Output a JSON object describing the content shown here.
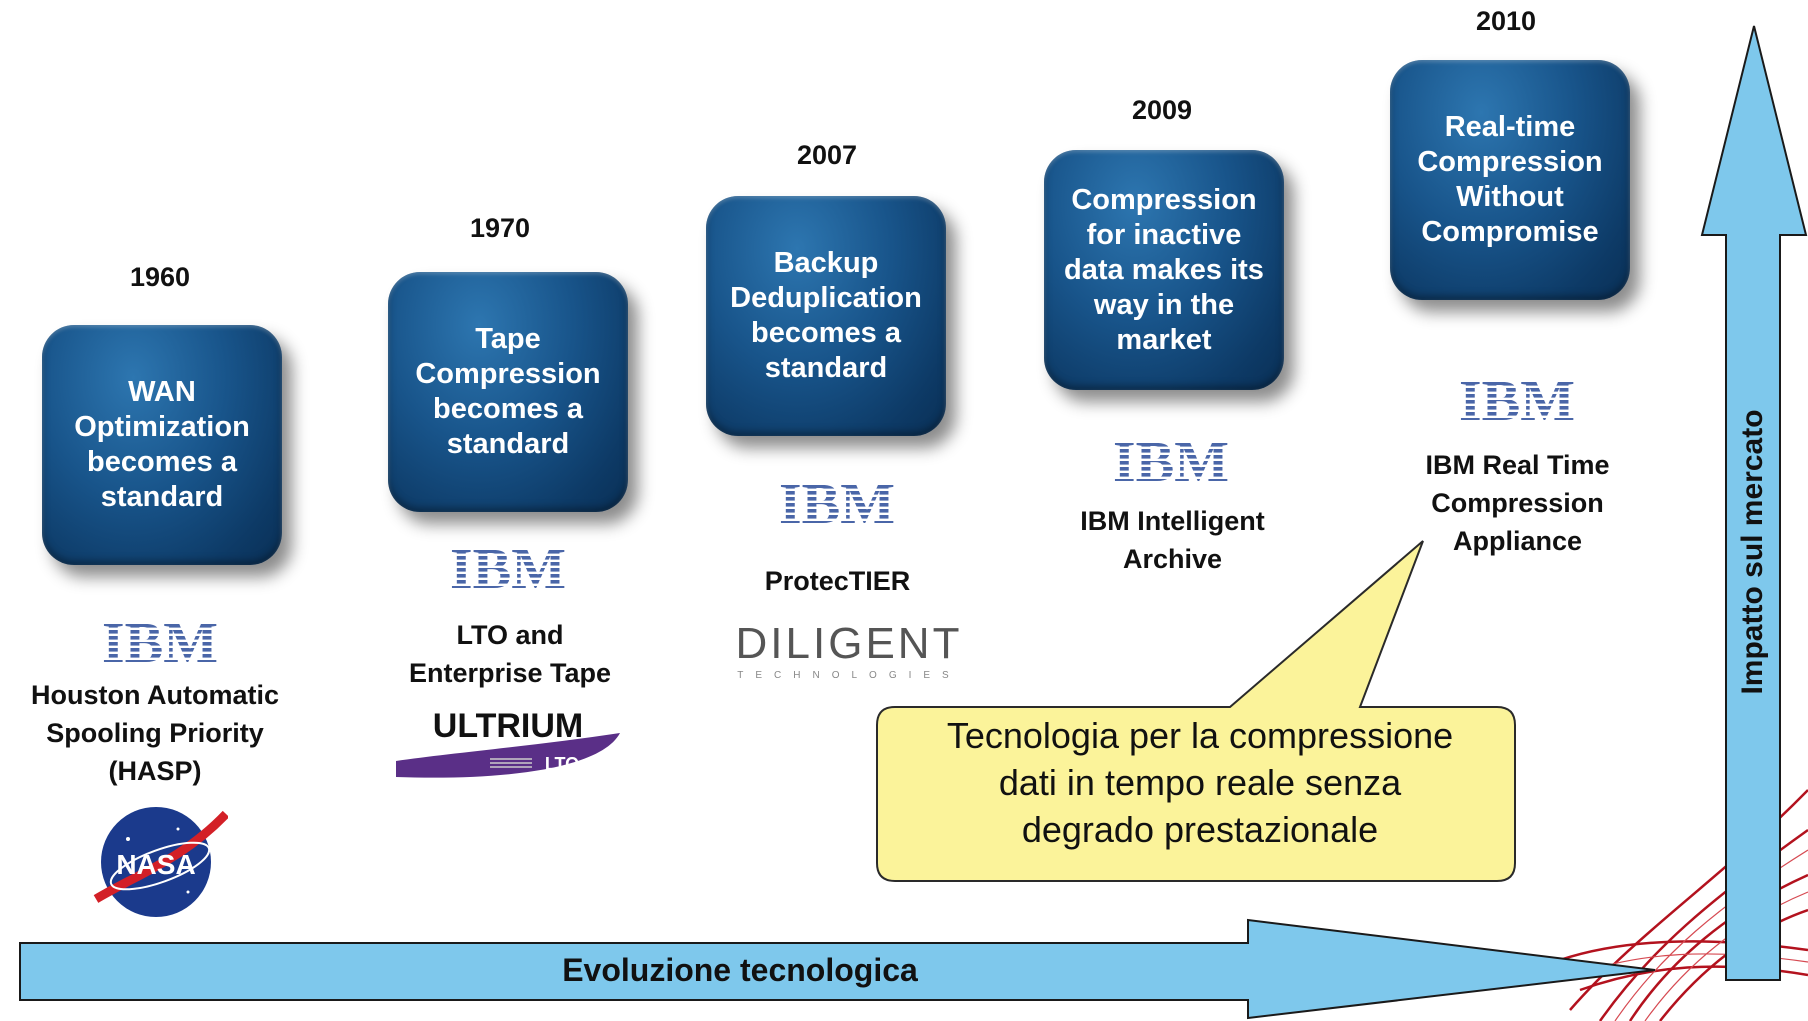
{
  "colors": {
    "milestone_box": "#18548a",
    "arrow_fill": "#7ec8ec",
    "callout_fill": "#fbf39a",
    "ibm_logo": "#4a66a8",
    "ultrium_purple": "#5a2f87"
  },
  "milestones": [
    {
      "year": "1960",
      "text": "WAN\nOptimization\nbecomes a\nstandard",
      "logo": "ibm-logo",
      "caption": "Houston Automatic\nSpooling Priority\n(HASP)",
      "extra_logo": "nasa-logo"
    },
    {
      "year": "1970",
      "text": "Tape\nCompression\nbecomes a\nstandard",
      "logo": "ibm-logo",
      "caption": "LTO and\nEnterprise Tape",
      "extra_logo": "ultrium-lto-logo"
    },
    {
      "year": "2007",
      "text": "Backup\nDeduplication\nbecomes a\nstandard",
      "logo": "ibm-logo",
      "caption": "ProtecTIER",
      "extra_logo": "diligent-technologies-logo"
    },
    {
      "year": "2009",
      "text": "Compression\nfor inactive\ndata makes its\nway in the\nmarket",
      "logo": "ibm-logo",
      "caption": "IBM Intelligent\nArchive"
    },
    {
      "year": "2010",
      "text": "Real-time\nCompression\nWithout\nCompromise",
      "logo": "ibm-logo",
      "caption": "IBM Real Time\nCompression\nAppliance"
    }
  ],
  "logos": {
    "ibm": "IBM",
    "nasa": "NASA",
    "ultrium": "ULTRIUM",
    "lto": "LTO",
    "diligent": "DILIGENT",
    "diligent_sub": "TECHNOLOGIES"
  },
  "callout": {
    "text": "Tecnologia per la compressione\ndati in tempo reale senza\ndegrado prestazionale"
  },
  "axes": {
    "horizontal_label": "Evoluzione tecnologica",
    "vertical_label": "Impatto sul mercato"
  }
}
